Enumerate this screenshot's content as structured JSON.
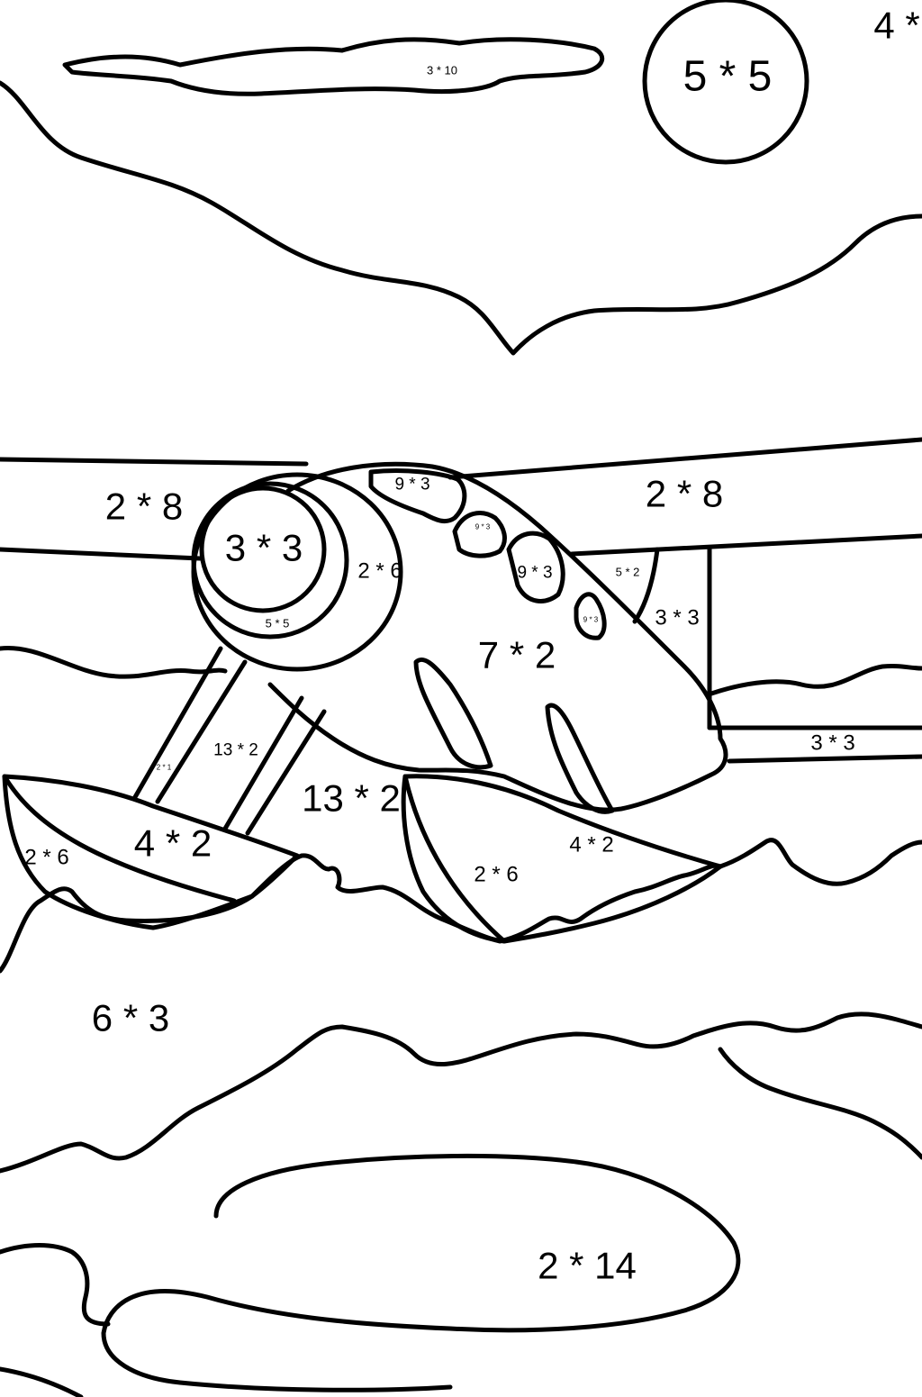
{
  "labels": {
    "top_right_partial": "4 *",
    "small_cloud": "3 * 10",
    "sun": "5 * 5",
    "wing_left": "2 * 8",
    "wing_right": "2 * 8",
    "engine_front": "3 * 3",
    "engine_ring": "2 * 6",
    "engine_bottom": "5 * 5",
    "window_top": "9 * 3",
    "window_small": "9 * 3",
    "window_mid": "9 * 3",
    "window_right": "9 * 3",
    "wing_strut_top": "5 * 2",
    "wing_strut_right": "3 * 3",
    "fuselage": "7 * 2",
    "tail_bar": "3 * 3",
    "strut_left": "13 * 2",
    "strut_tiny": "2 * 1",
    "sky_between": "13 * 2",
    "float_left_tip": "2 * 6",
    "float_left_top": "4 * 2",
    "float_right_top": "4 * 2",
    "float_right_bottom": "2 * 6",
    "water_upper": "6 * 3",
    "water_lower": "2 * 14"
  }
}
